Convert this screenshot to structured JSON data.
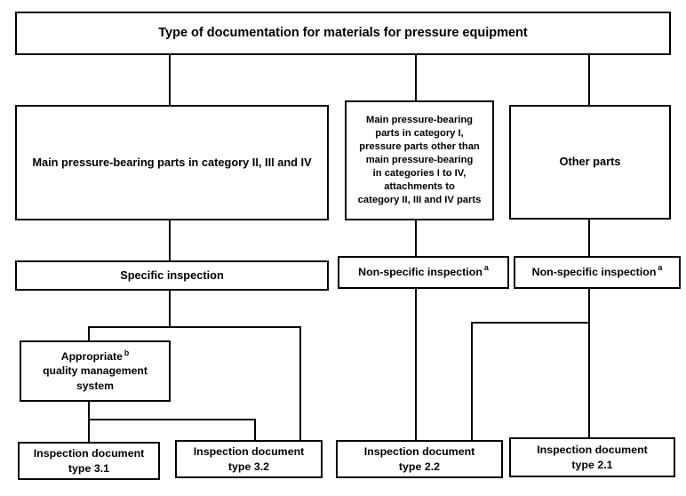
{
  "diagram": {
    "title": "Type of documentation for materials for pressure equipment",
    "root": {
      "label": "Type of documentation for materials for pressure equipment"
    },
    "branches": [
      {
        "id": "branch-main-parts-ii-iii-iv",
        "category_label": "Main pressure-bearing parts in category II, III and IV",
        "inspection_label": "Specific inspection",
        "inspection_note": "",
        "quality_system_label": "Appropriate\nquality management\nsystem",
        "quality_system_lead": "Appropriate",
        "quality_system_rest": "quality management\nsystem",
        "quality_system_note": "b",
        "documents": [
          {
            "label": "Inspection document\ntype 3.1",
            "line1": "Inspection document",
            "line2": "type 3.1"
          },
          {
            "label": "Inspection document\ntype 3.2",
            "line1": "Inspection document",
            "line2": "type 3.2"
          }
        ]
      },
      {
        "id": "branch-main-parts-cat-i",
        "category_label": "Main pressure-bearing\nparts in category I,\npressure parts other than\nmain pressure-bearing\nin categories I to IV,\nattachments to\ncategory II, III and IV parts",
        "inspection_label": "Non-specific inspection",
        "inspection_note": "a",
        "documents": [
          {
            "label": "Inspection document\ntype 2.2",
            "line1": "Inspection document",
            "line2": "type 2.2"
          }
        ]
      },
      {
        "id": "branch-other-parts",
        "category_label": "Other parts",
        "inspection_label": "Non-specific inspection",
        "inspection_note": "a",
        "documents": [
          {
            "label": "Inspection document\ntype 2.1",
            "line1": "Inspection document",
            "line2": "type 2.1"
          }
        ]
      }
    ],
    "footnote_markers": [
      "a",
      "b"
    ],
    "colors": {
      "line": "#000000",
      "box_fill": "#ffffff",
      "text": "#000000",
      "background": "#ffffff"
    }
  }
}
